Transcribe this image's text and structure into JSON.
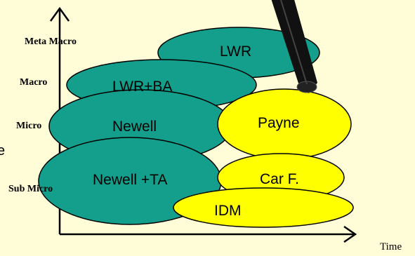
{
  "diagram": {
    "x_axis_label": "Time",
    "level_labels": {
      "meta_macro": "Meta Macro",
      "macro": "Macro",
      "micro": "Micro",
      "sub_micro": "Sub Micro"
    },
    "models": {
      "lwr": "LWR",
      "lwr_ba": "LWR+BA",
      "newell": "Newell",
      "newell_ta": "Newell +TA",
      "payne": "Payne",
      "car_f": "Car F.",
      "idm": "IDM"
    },
    "edge_fragment": "e"
  },
  "colors": {
    "background": "#FFFDD8",
    "teal_fill": "#139F8B",
    "yellow_fill": "#FFFF00",
    "outline": "#000000",
    "pointer": "#111111"
  }
}
